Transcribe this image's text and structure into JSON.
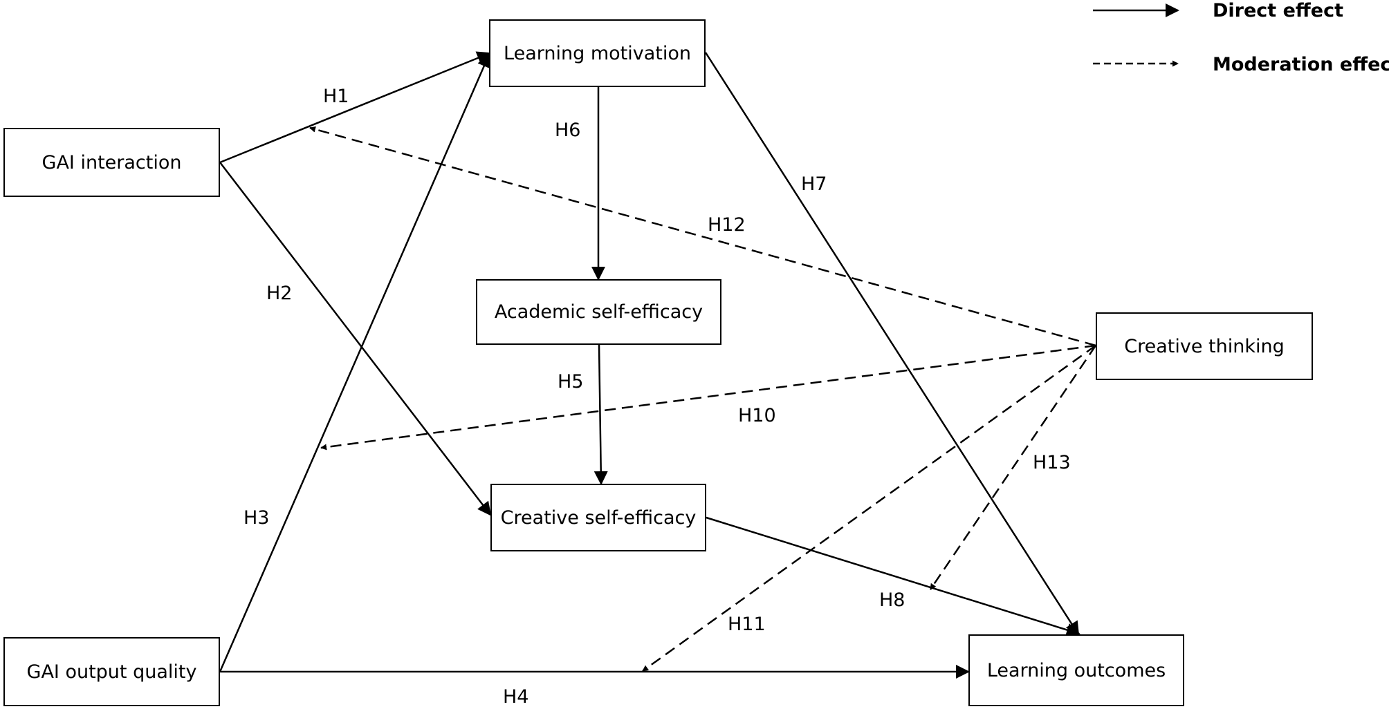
{
  "legend": {
    "direct": "Direct effect",
    "moderation": "Moderation effect"
  },
  "nodes": {
    "gai_interaction": "GAI interaction",
    "gai_output_quality": "GAI output quality",
    "learning_motivation": "Learning motivation",
    "academic_self_efficacy": "Academic self-efficacy",
    "creative_self_efficacy": "Creative self-efficacy",
    "learning_outcomes": "Learning outcomes",
    "creative_thinking": "Creative thinking"
  },
  "paths": {
    "h1": "H1",
    "h2": "H2",
    "h3": "H3",
    "h4": "H4",
    "h5": "H5",
    "h6": "H6",
    "h7": "H7",
    "h8": "H8",
    "h10": "H10",
    "h11": "H11",
    "h12": "H12",
    "h13": "H13"
  }
}
